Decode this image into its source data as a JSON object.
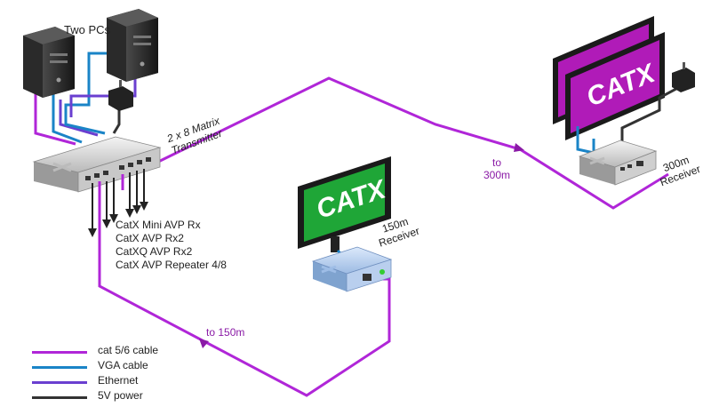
{
  "labels": {
    "pcs": "Two PCs",
    "transmitter_line1": "2 x 8 Matrix",
    "transmitter_line2": "Transmitter",
    "receiver150_line1": "150m",
    "receiver150_line2": "Receiver",
    "receiver300_line1": "300m",
    "receiver300_line2": "Receiver",
    "to150": "to 150m",
    "to300_line1": "to",
    "to300_line2": "300m"
  },
  "compatible_list": [
    "CatX Mini AVP Rx",
    "CatX AVP Rx2",
    "CatXQ AVP Rx2",
    "CatX AVP Repeater 4/8"
  ],
  "screen_logo": "CATX",
  "legend": [
    {
      "label": "cat 5/6 cable",
      "color": "#b026d8"
    },
    {
      "label": "VGA cable",
      "color": "#1a84c7"
    },
    {
      "label": "Ethernet",
      "color": "#6a3fd0"
    },
    {
      "label": "5V power",
      "color": "#333333"
    }
  ],
  "colors": {
    "cat_cable": "#b026d8",
    "vga_cable": "#1a84c7",
    "screen_green": "#1fa637",
    "screen_magenta": "#b01bb8"
  }
}
